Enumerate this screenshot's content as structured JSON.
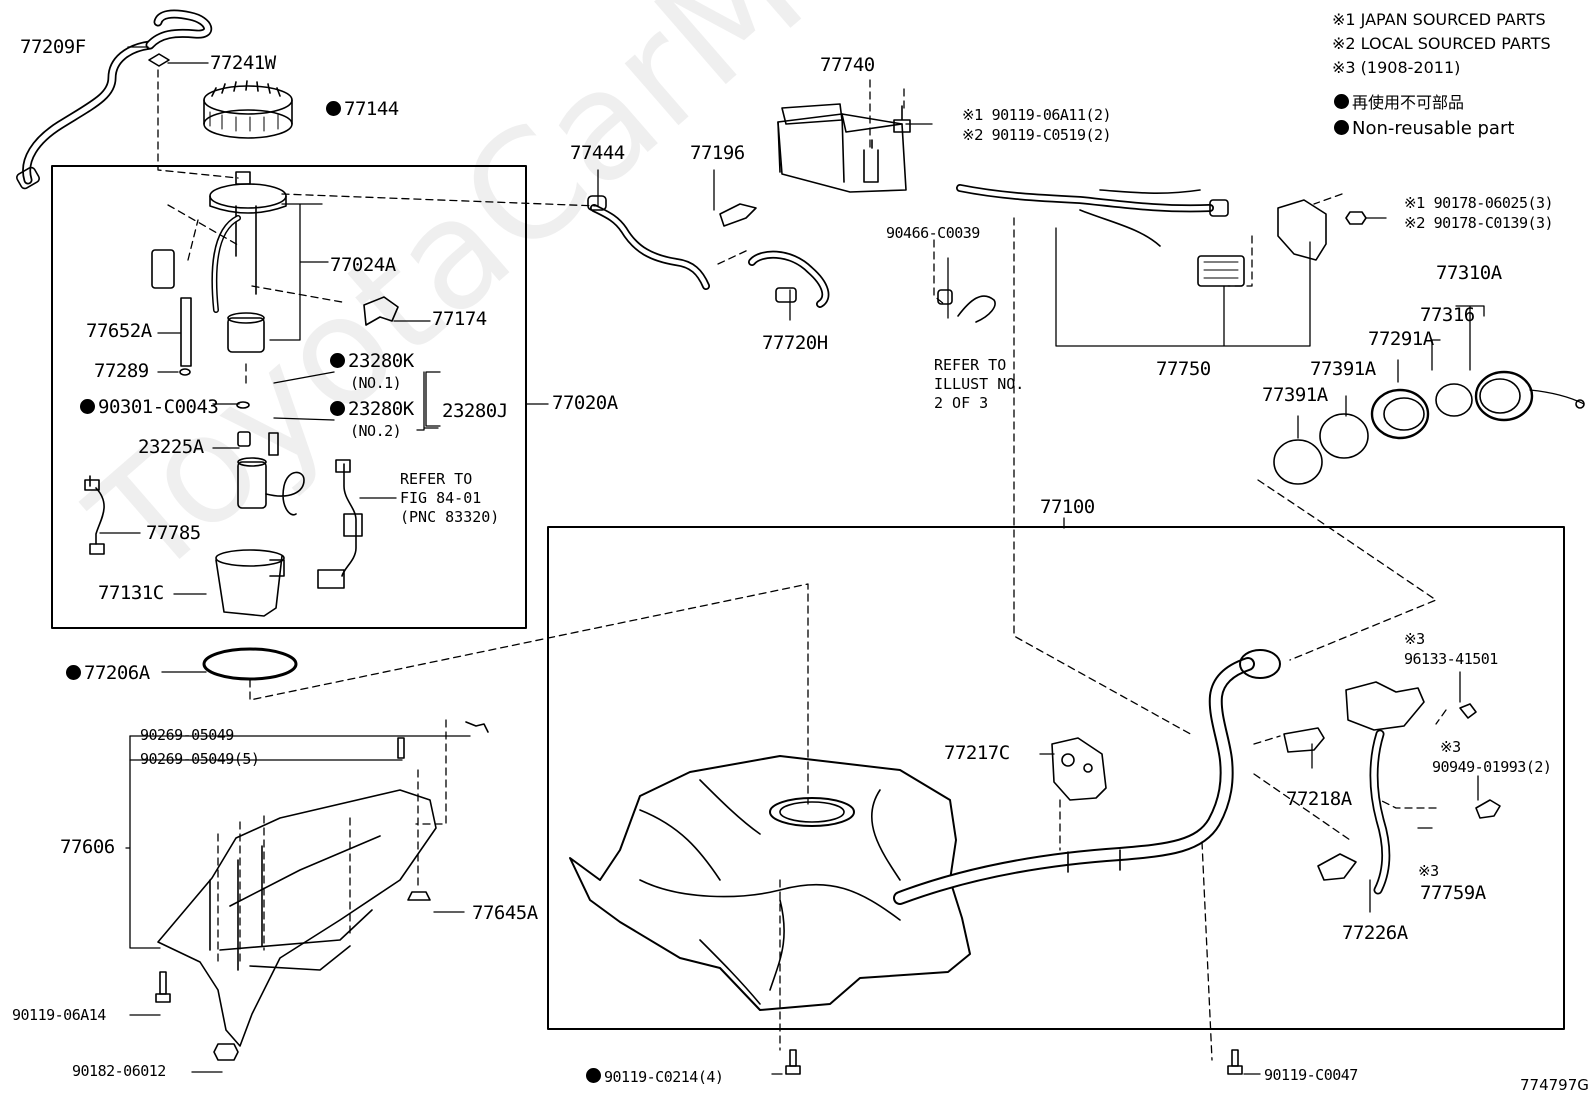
{
  "legend": {
    "notes": [
      "※1 JAPAN SOURCED PARTS",
      "※2 LOCAL SOURCED PARTS",
      "※3 (1908-2011)"
    ],
    "reuse_jp": "再使用不可部品",
    "reuse_en": "Non-reusable part"
  },
  "parts": {
    "p77209F": "77209F",
    "p77241W": "77241W",
    "p77144": "77144",
    "p77024A": "77024A",
    "p77652A": "77652A",
    "p77174": "77174",
    "p77289": "77289",
    "p23280K1": "23280K",
    "no1": "(NO.1)",
    "p90301": "90301-C0043",
    "p23280K2": "23280K",
    "no2": "(NO.2)",
    "p23280J": "23280J",
    "p77020A": "77020A",
    "p23225A": "23225A",
    "p77785": "77785",
    "p77131C": "77131C",
    "p77206A": "77206A",
    "ref84_1": "REFER TO",
    "ref84_2": "FIG 84-01",
    "ref84_3": "(PNC 83320)",
    "p90269a": "90269-05049",
    "p90269b": "90269-05049(5)",
    "p77606": "77606",
    "p77645A": "77645A",
    "p90119_06A14": "90119-06A14",
    "p90182": "90182-06012",
    "p77740": "77740",
    "p77444": "77444",
    "p77196": "77196",
    "p77720H": "77720H",
    "mk1a": "※1",
    "p90119_06A11": "90119-06A11(2)",
    "mk2a": "※2",
    "p90119_C0519": "90119-C0519(2)",
    "p90466": "90466-C0039",
    "refil_1": "REFER TO",
    "refil_2": "ILLUST NO.",
    "refil_3": "2 OF 3",
    "mk1b": "※1",
    "p90178_06025": "90178-06025(3)",
    "mk2b": "※2",
    "p90178_C0139": "90178-C0139(3)",
    "p77750": "77750",
    "p77310A": "77310A",
    "p77316": "77316",
    "p77291A": "77291A",
    "p77391A_a": "77391A",
    "p77391A_b": "77391A",
    "p77100": "77100",
    "mk3a": "※3",
    "p96133": "96133-41501",
    "p77217C": "77217C",
    "mk3b": "※3",
    "p90949": "90949-01993(2)",
    "p77218A": "77218A",
    "mk3c": "※3",
    "p77759A": "77759A",
    "p77226A": "77226A",
    "p90119_C0214": "90119-C0214(4)",
    "p90119_C0047": "90119-C0047",
    "fig_code": "774797G"
  },
  "watermark": "ToyotaCarMine.ru",
  "colors": {
    "ink": "#000000",
    "paper": "#ffffff"
  }
}
